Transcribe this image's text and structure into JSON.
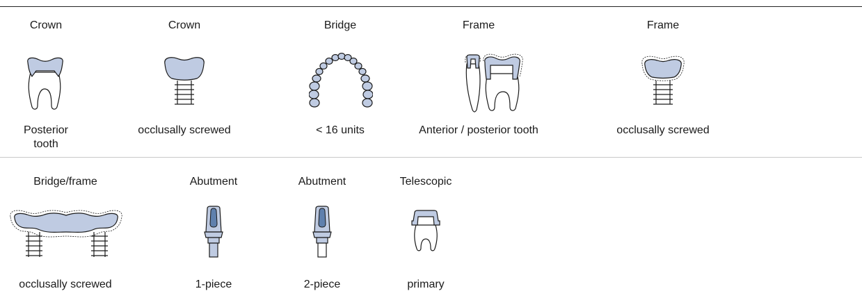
{
  "row1": [
    {
      "title": "Crown",
      "caption": "Posterior tooth",
      "icon": "posterior-crown-icon"
    },
    {
      "title": "Crown",
      "caption": "occlusally screwed",
      "icon": "screwed-crown-icon"
    },
    {
      "title": "Bridge",
      "caption": "< 16 units",
      "icon": "dental-arch-bridge-icon"
    },
    {
      "title": "Frame",
      "caption": "Anterior / posterior tooth",
      "icon": "frame-teeth-icon"
    },
    {
      "title": "Frame",
      "caption": "occlusally screwed",
      "icon": "screwed-frame-icon"
    }
  ],
  "row2": [
    {
      "title": "Bridge/frame",
      "caption": "occlusally screwed",
      "icon": "screwed-bridge-frame-icon"
    },
    {
      "title": "Abutment",
      "caption": "1-piece",
      "icon": "one-piece-abutment-icon"
    },
    {
      "title": "Abutment",
      "caption": "2-piece",
      "icon": "two-piece-abutment-icon"
    },
    {
      "title": "Telescopic",
      "caption": "primary",
      "icon": "telescopic-primary-icon"
    }
  ],
  "colors": {
    "restoration": "#bfcbe2",
    "abutment_core": "#5f80ad",
    "outline": "#1a1a1a",
    "divider": "#c8c8c8"
  }
}
